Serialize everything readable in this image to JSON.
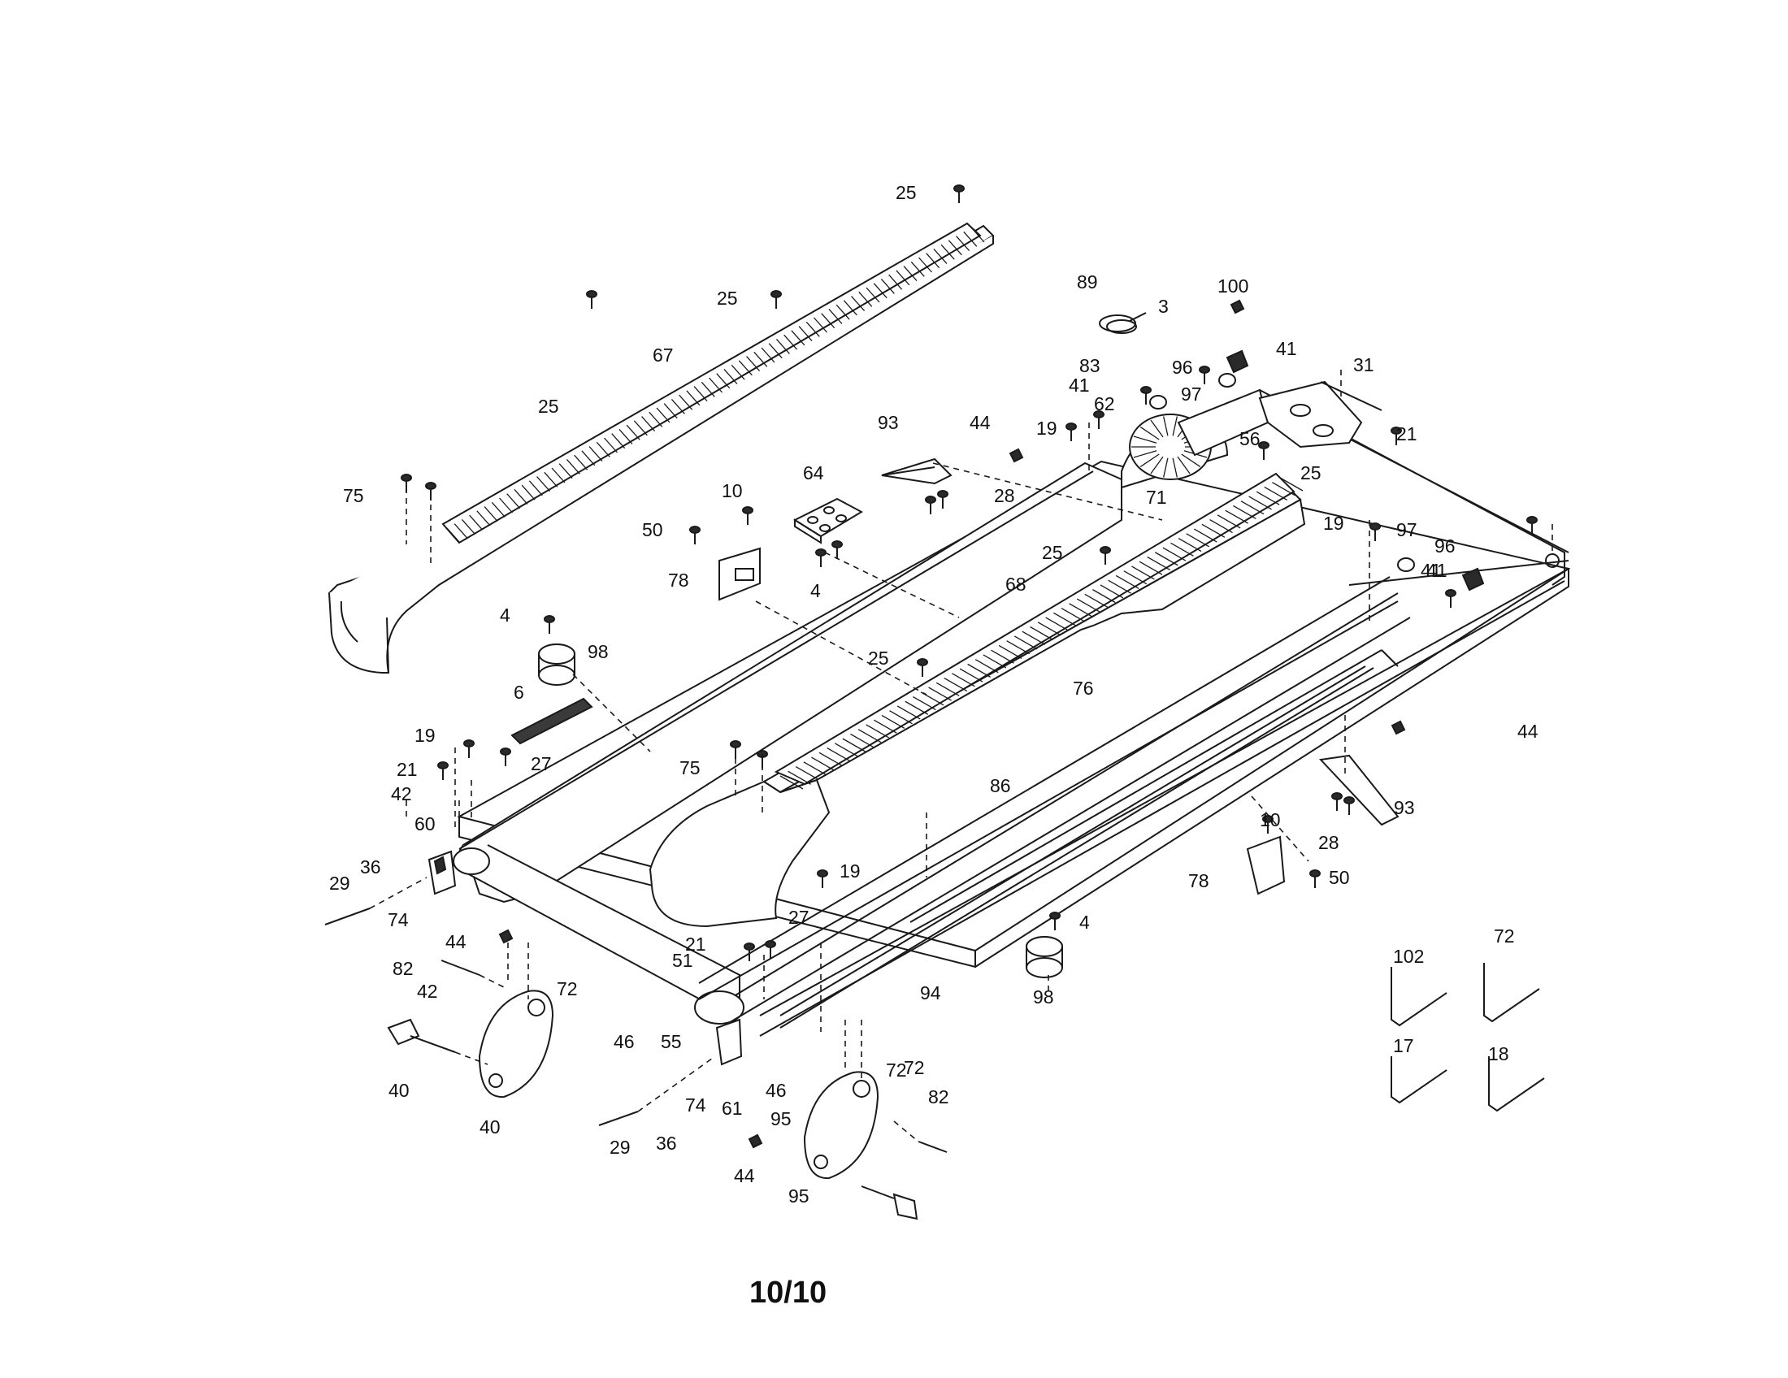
{
  "page_label": "10/10",
  "callouts": [
    "25",
    "25",
    "67",
    "25",
    "75",
    "89",
    "3",
    "100",
    "41",
    "83",
    "96",
    "41",
    "97",
    "31",
    "62",
    "19",
    "44",
    "93",
    "56",
    "21",
    "25",
    "71",
    "64",
    "10",
    "28",
    "50",
    "19",
    "97",
    "41",
    "78",
    "4",
    "96",
    "41",
    "25",
    "4",
    "68",
    "98",
    "25",
    "6",
    "76",
    "19",
    "44",
    "27",
    "21",
    "75",
    "93",
    "42",
    "86",
    "10",
    "60",
    "28",
    "36",
    "19",
    "29",
    "74",
    "78",
    "50",
    "4",
    "27",
    "44",
    "21",
    "82",
    "42",
    "51",
    "94",
    "102",
    "72",
    "72",
    "98",
    "46",
    "55",
    "40",
    "17",
    "18",
    "72",
    "74",
    "61",
    "46",
    "82",
    "95",
    "72",
    "29",
    "36",
    "44",
    "95",
    "40"
  ]
}
